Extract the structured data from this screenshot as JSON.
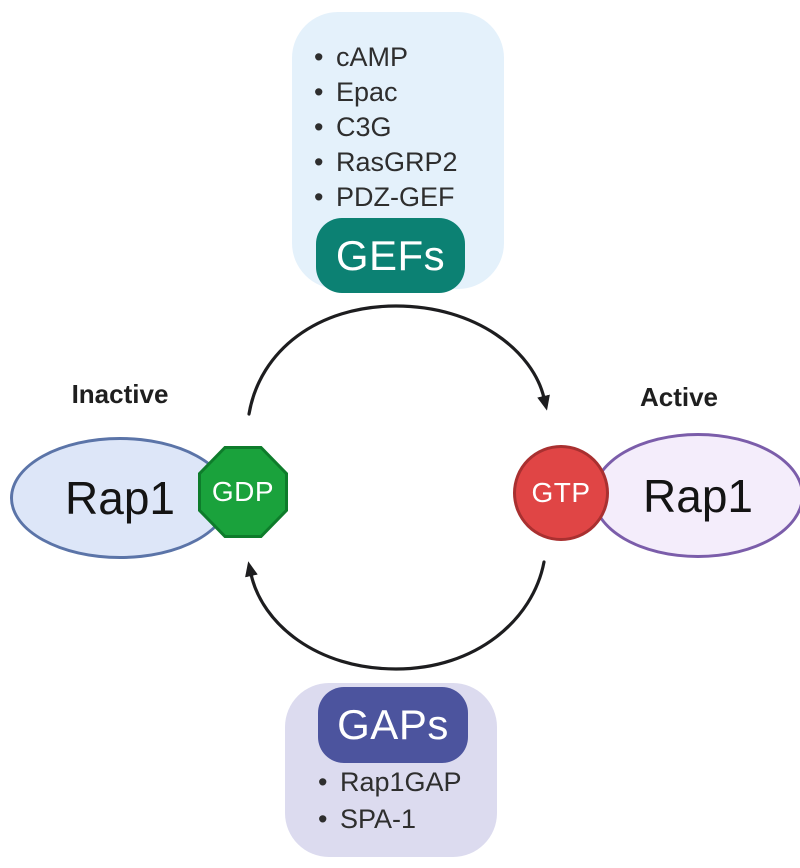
{
  "gef_panel": {
    "badge_label": "GEFs",
    "items": [
      "cAMP",
      "Epac",
      "C3G",
      "RasGRP2",
      "PDZ-GEF"
    ],
    "box_color": "#e4f1fb",
    "badge_color": "#0c8173",
    "badge_text_color": "#ffffff"
  },
  "gap_panel": {
    "badge_label": "GAPs",
    "items": [
      "Rap1GAP",
      "SPA-1"
    ],
    "box_color": "#dcdbef",
    "badge_color": "#4c549e",
    "badge_text_color": "#ffffff"
  },
  "inactive_state": {
    "label": "Inactive",
    "protein": "Rap1",
    "nucleotide": "GDP",
    "ellipse_fill": "#dde6f8",
    "ellipse_border": "#5b74a8",
    "octagon_fill": "#1aa23c",
    "octagon_border": "#0e7c2b",
    "nucleotide_text_color": "#ffffff"
  },
  "active_state": {
    "label": "Active",
    "protein": "Rap1",
    "nucleotide": "GTP",
    "ellipse_fill": "#f4edfb",
    "ellipse_border": "#7b5daa",
    "circle_fill": "#e04545",
    "circle_border": "#a93030",
    "nucleotide_text_color": "#ffffff"
  },
  "arrows": {
    "color": "#1d1d1f"
  }
}
